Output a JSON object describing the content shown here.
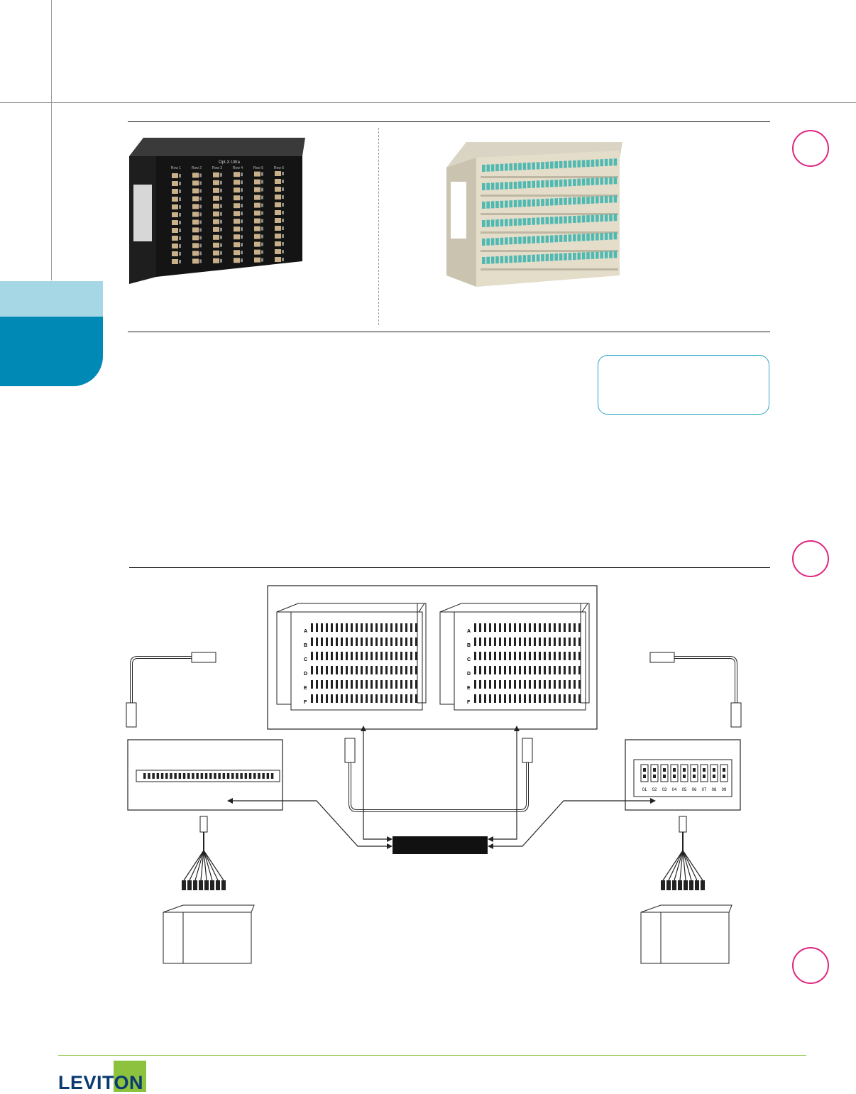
{
  "colors": {
    "accent_blue": "#0089b4",
    "light_blue": "#a6d7e5",
    "callout_border": "#2ea5c6",
    "circle_magenta": "#e0267f",
    "leviton_green": "#8dc23f",
    "leviton_navy": "#0a3a70"
  },
  "products": {
    "left_panel_brand": "Opt-X Ultra",
    "left_panel_labels": [
      "Row 1",
      "Row 2",
      "Row 3",
      "Row 4",
      "Row 5",
      "Row 6"
    ]
  },
  "diagram": {
    "row_labels": [
      "A",
      "B",
      "C",
      "D",
      "E",
      "F"
    ],
    "port_numbers": [
      "01",
      "02",
      "03",
      "04",
      "05",
      "06",
      "07",
      "08",
      "09"
    ]
  },
  "footer": {
    "logo_text": "LEVITON"
  }
}
